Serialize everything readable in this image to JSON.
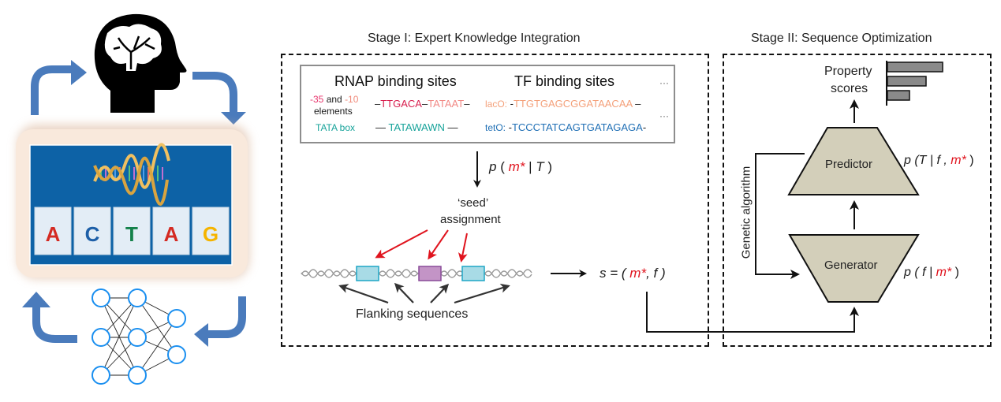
{
  "left_panel": {
    "icons": [
      "human-head-brain-icon",
      "dna-double-helix-icon",
      "neural-network-icon"
    ],
    "nucleotides": [
      {
        "letter": "A",
        "color": "#d42a22"
      },
      {
        "letter": "C",
        "color": "#1d5fa8"
      },
      {
        "letter": "T",
        "color": "#13814a"
      },
      {
        "letter": "A",
        "color": "#d42a22"
      },
      {
        "letter": "G",
        "color": "#f5b400"
      }
    ],
    "colors": {
      "arrow": "#4a7bbc",
      "panel_blue": "#0d62a6",
      "glow": "#f6e4d4"
    }
  },
  "stage1": {
    "title": "Stage I: Expert Knowledge Integration",
    "rnap": {
      "heading": "RNAP binding sites",
      "row1_label_a": "-35",
      "row1_label_and": "and",
      "row1_label_b": "-10",
      "row1_label_c": "elements",
      "row1_seq_a": "TTGACA",
      "row1_seq_b": "TATAAT",
      "row2_label": "TATA box",
      "row2_seq": "TATAWAWN"
    },
    "tf": {
      "heading": "TF binding sites",
      "ellipsis": "···",
      "lac_label": "lacO:",
      "lac_seq": "TTGTGAGCGGATAACAA",
      "tet_label": "tetO:",
      "tet_seq": "TCCCTATCAGTGATAGAGA"
    },
    "prob": {
      "p": "p",
      "open": "(",
      "m": "m*",
      "bar": "|",
      "T": "T",
      "close": ")"
    },
    "seed_line1": "‘seed’",
    "seed_line2": "assignment",
    "flanking": "Flanking sequences",
    "s_eq": {
      "s": "s = (",
      "m": "m*",
      "rest": ", f )"
    },
    "colors": {
      "minus35": "#e8386f",
      "minus10": "#f08a7a",
      "ttgaca": "#d8204f",
      "tataat": "#f28a86",
      "tata": "#17a39a",
      "lac": "#f4a17b",
      "tet": "#1f6fb5",
      "seed_arrow": "#e0141e",
      "motif_cyan": "#a8dbe6",
      "motif_cyan_border": "#1fa6c6",
      "motif_purple": "#c394c6",
      "motif_purple_border": "#8a4b98"
    }
  },
  "stage2": {
    "title": "Stage II: Sequence Optimization",
    "property_line1": "Property",
    "property_line2": "scores",
    "property_scores": [
      1.0,
      0.7,
      0.4
    ],
    "predictor": "Predictor",
    "generator": "Generator",
    "genetic": "Genetic algorithm",
    "pred_prob": {
      "pre": "p (T | f ,",
      "m": "m*",
      "post": ")"
    },
    "gen_prob": {
      "pre": "p ( f |",
      "m": "m*",
      "post": ")"
    },
    "colors": {
      "trap_fill": "#d3cfba",
      "bar_fill": "#8a8a8a"
    }
  }
}
